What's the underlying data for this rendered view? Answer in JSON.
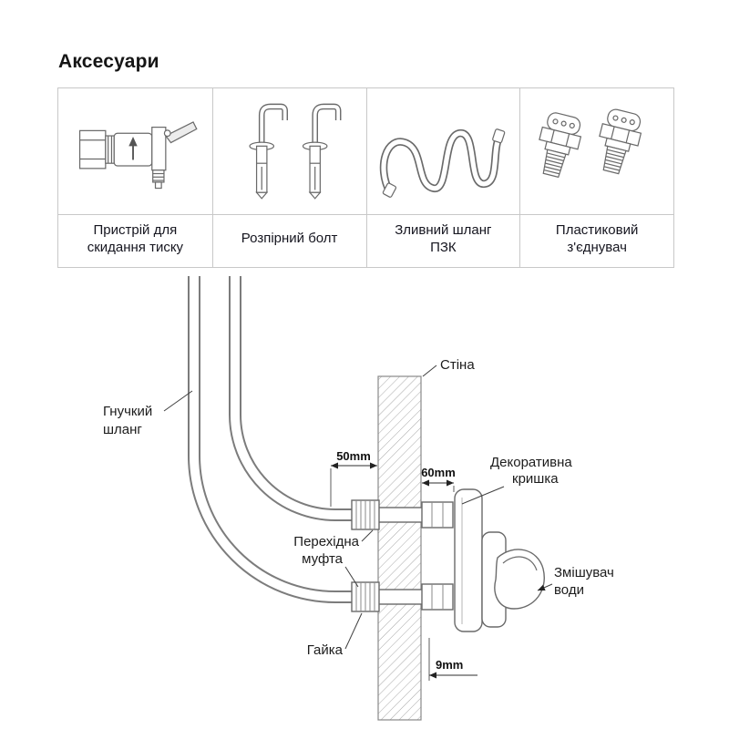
{
  "title": "Аксесуари",
  "accessories": {
    "items": [
      {
        "icon": "pressure-relief-valve",
        "caption": "Пристрій для скидання тиску"
      },
      {
        "icon": "expansion-bolts",
        "caption": "Розпірний болт"
      },
      {
        "icon": "drain-hose",
        "caption": "Зливний шланг ПЗК"
      },
      {
        "icon": "plastic-connectors",
        "caption": "Пластиковий з'єднувач"
      }
    ]
  },
  "diagram": {
    "labels": {
      "flexible_hose_1": "Гнучкий",
      "flexible_hose_2": "шланг",
      "wall": "Стіна",
      "dim_50": "50mm",
      "dim_60": "60mm",
      "dim_9": "9mm",
      "cover_1": "Декоративна",
      "cover_2": "кришка",
      "coupling_1": "Перехідна",
      "coupling_2": "муфта",
      "mixer_1": "Змішувач",
      "mixer_2": "води",
      "nut": "Гайка"
    }
  }
}
